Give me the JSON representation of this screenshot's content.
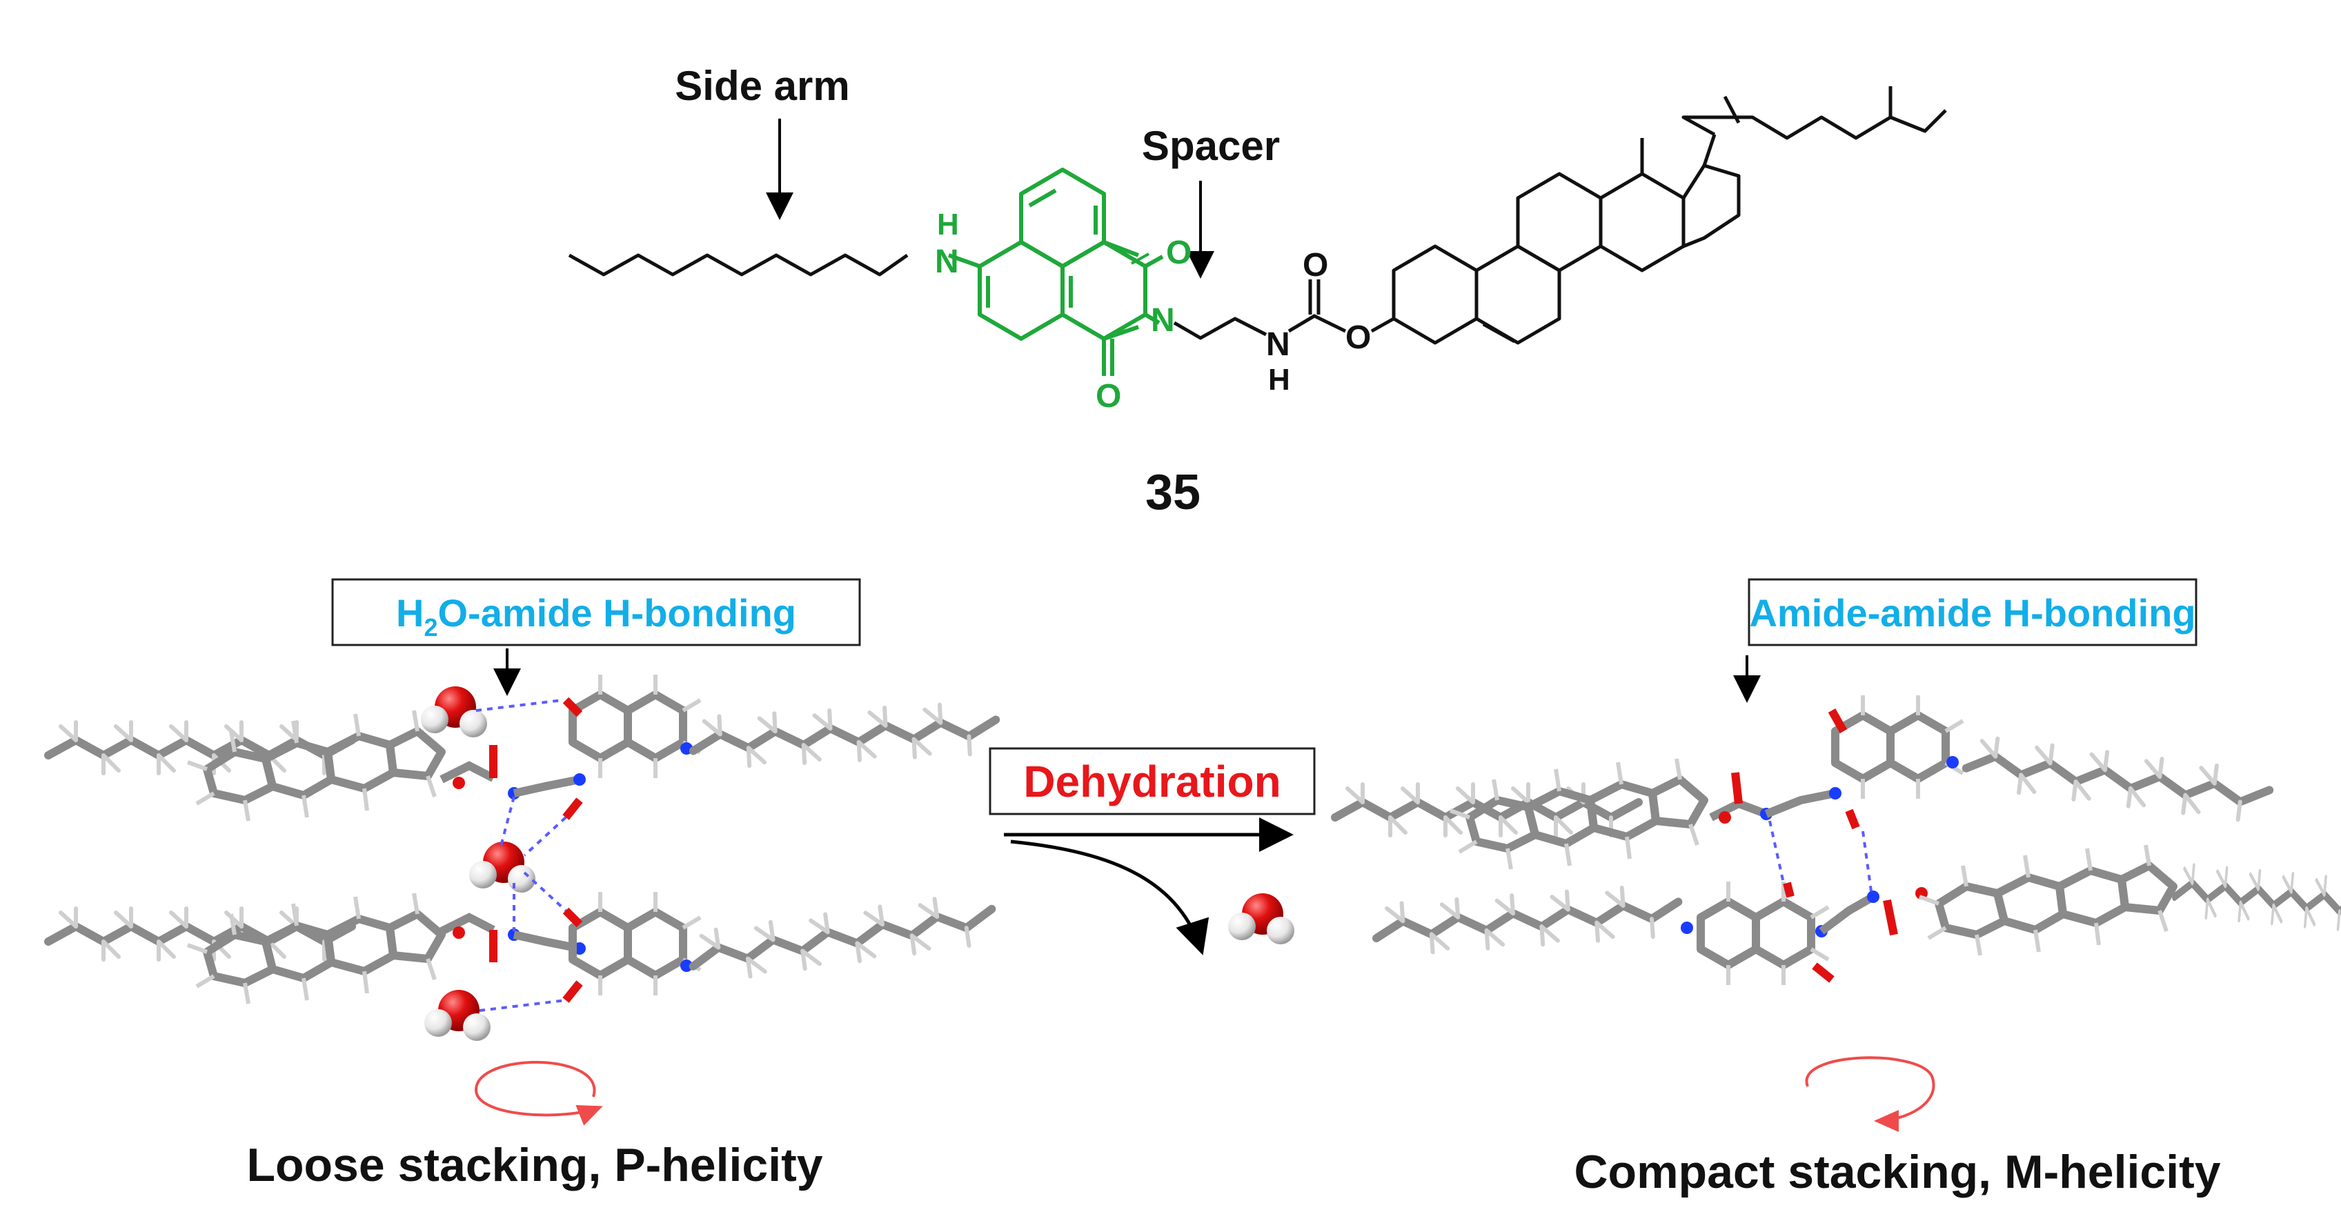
{
  "top": {
    "side_arm_label": "Side arm",
    "spacer_label": "Spacer",
    "compound_number": "35"
  },
  "left_panel": {
    "box_label_prefix": "H",
    "box_label_sub": "2",
    "box_label_suffix": "O-amide H-bonding",
    "caption": "Loose stacking, P-helicity"
  },
  "middle": {
    "arrow_label": "Dehydration"
  },
  "right_panel": {
    "box_label": "Amide-amide H-bonding",
    "caption": "Compact stacking, M-helicity"
  },
  "atoms": {
    "nitrogen": "N",
    "hydrogen": "H",
    "oxygen": "O"
  },
  "colors": {
    "core_green": "#1fa83a",
    "label_cyan": "#12aee8",
    "label_red": "#e8171b",
    "oxygen_red": "#e01010",
    "nitrogen_blue": "#1a3cff",
    "carbon_gray": "#8a8a8a",
    "arrow_red": "#f04b4b"
  }
}
